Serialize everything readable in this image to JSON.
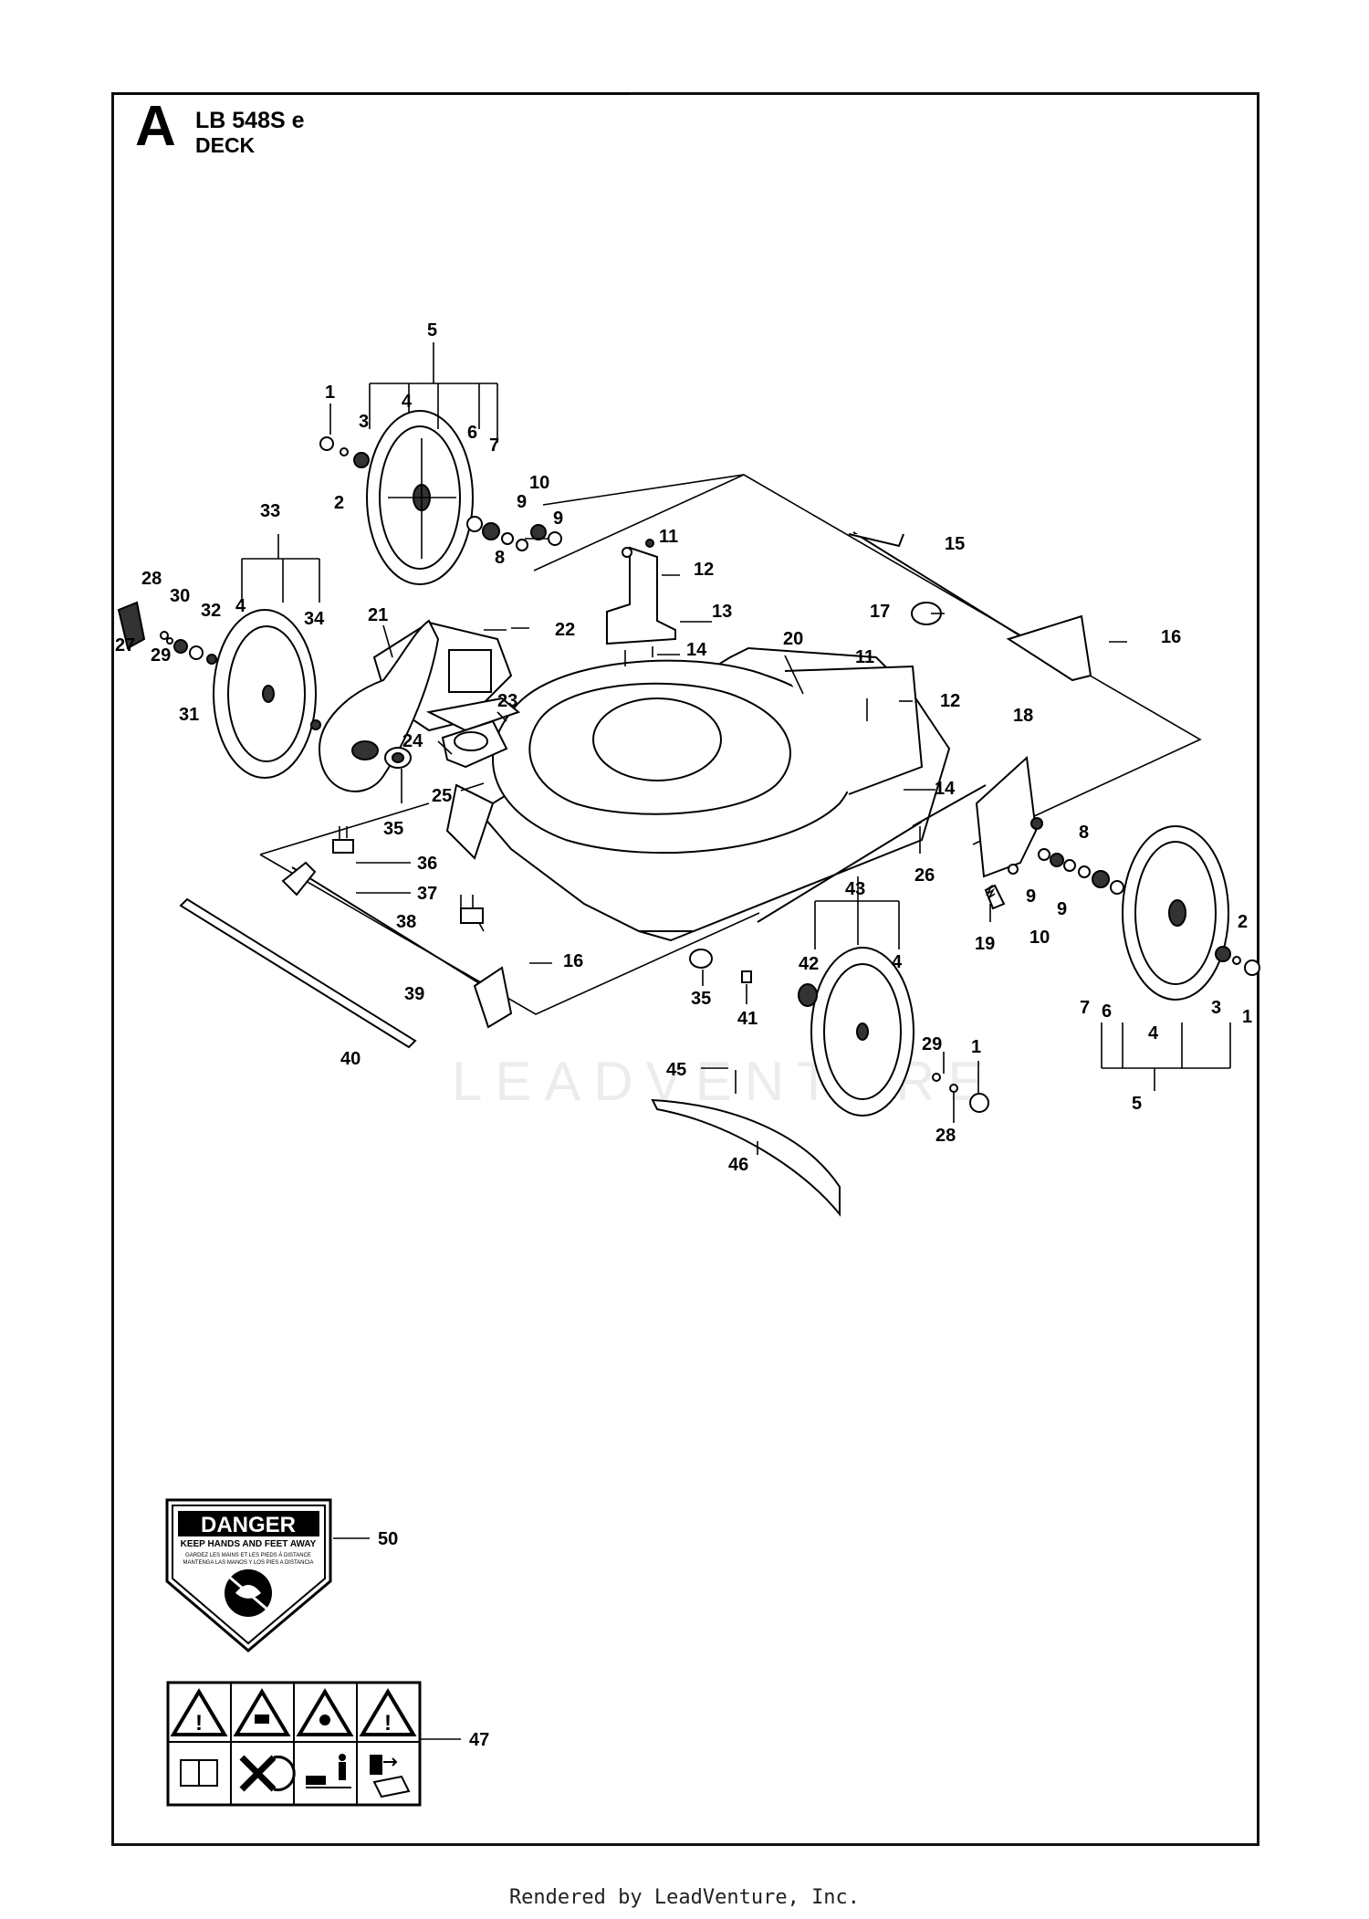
{
  "header": {
    "section_letter": "A",
    "model": "LB 548S e",
    "section": "DECK"
  },
  "watermark": "LEADVENTURE",
  "footer": "Rendered by LeadVenture, Inc.",
  "decal_danger": {
    "title": "DANGER",
    "line1": "KEEP HANDS AND FEET AWAY",
    "line2": "GARDEZ LES MAINS ET LES PIEDS À DISTANCE",
    "line3": "MANTENGA LAS MANOS Y LOS PIES A DISTANCIA"
  },
  "callouts": [
    {
      "id": "c5a",
      "text": "5"
    },
    {
      "id": "c1a",
      "text": "1"
    },
    {
      "id": "c3a",
      "text": "3"
    },
    {
      "id": "c4a",
      "text": "4"
    },
    {
      "id": "c6a",
      "text": "6"
    },
    {
      "id": "c7a",
      "text": "7"
    },
    {
      "id": "c2a",
      "text": "2"
    },
    {
      "id": "c10a",
      "text": "10"
    },
    {
      "id": "c9a",
      "text": "9"
    },
    {
      "id": "c9b",
      "text": "9"
    },
    {
      "id": "c8a",
      "text": "8"
    },
    {
      "id": "c11a",
      "text": "11"
    },
    {
      "id": "c12a",
      "text": "12"
    },
    {
      "id": "c13",
      "text": "13"
    },
    {
      "id": "c14a",
      "text": "14"
    },
    {
      "id": "c15",
      "text": "15"
    },
    {
      "id": "c17",
      "text": "17"
    },
    {
      "id": "c16a",
      "text": "16"
    },
    {
      "id": "c33",
      "text": "33"
    },
    {
      "id": "c28a",
      "text": "28"
    },
    {
      "id": "c30",
      "text": "30"
    },
    {
      "id": "c32",
      "text": "32"
    },
    {
      "id": "c4b",
      "text": "4"
    },
    {
      "id": "c34",
      "text": "34"
    },
    {
      "id": "c27",
      "text": "27"
    },
    {
      "id": "c29a",
      "text": "29"
    },
    {
      "id": "c31",
      "text": "31"
    },
    {
      "id": "c21",
      "text": "21"
    },
    {
      "id": "c22",
      "text": "22"
    },
    {
      "id": "c20",
      "text": "20"
    },
    {
      "id": "c11b",
      "text": "11"
    },
    {
      "id": "c12b",
      "text": "12"
    },
    {
      "id": "c23",
      "text": "23"
    },
    {
      "id": "c24",
      "text": "24"
    },
    {
      "id": "c25",
      "text": "25"
    },
    {
      "id": "c35a",
      "text": "35"
    },
    {
      "id": "c18",
      "text": "18"
    },
    {
      "id": "c14b",
      "text": "14"
    },
    {
      "id": "c36",
      "text": "36"
    },
    {
      "id": "c37",
      "text": "37"
    },
    {
      "id": "c26",
      "text": "26"
    },
    {
      "id": "c8b",
      "text": "8"
    },
    {
      "id": "c38",
      "text": "38"
    },
    {
      "id": "c43",
      "text": "43"
    },
    {
      "id": "c9c",
      "text": "9"
    },
    {
      "id": "c9d",
      "text": "9"
    },
    {
      "id": "c10b",
      "text": "10"
    },
    {
      "id": "c19",
      "text": "19"
    },
    {
      "id": "c2b",
      "text": "2"
    },
    {
      "id": "c16b",
      "text": "16"
    },
    {
      "id": "c42",
      "text": "42"
    },
    {
      "id": "c4c",
      "text": "4"
    },
    {
      "id": "c7b",
      "text": "7"
    },
    {
      "id": "c39",
      "text": "39"
    },
    {
      "id": "c35b",
      "text": "35"
    },
    {
      "id": "c41",
      "text": "41"
    },
    {
      "id": "c6b",
      "text": "6"
    },
    {
      "id": "c4d",
      "text": "4"
    },
    {
      "id": "c3b",
      "text": "3"
    },
    {
      "id": "c1b",
      "text": "1"
    },
    {
      "id": "c29b",
      "text": "29"
    },
    {
      "id": "c1c",
      "text": "1"
    },
    {
      "id": "c40",
      "text": "40"
    },
    {
      "id": "c45",
      "text": "45"
    },
    {
      "id": "c5b",
      "text": "5"
    },
    {
      "id": "c28b",
      "text": "28"
    },
    {
      "id": "c46",
      "text": "46"
    },
    {
      "id": "c50",
      "text": "50"
    },
    {
      "id": "c47",
      "text": "47"
    }
  ]
}
